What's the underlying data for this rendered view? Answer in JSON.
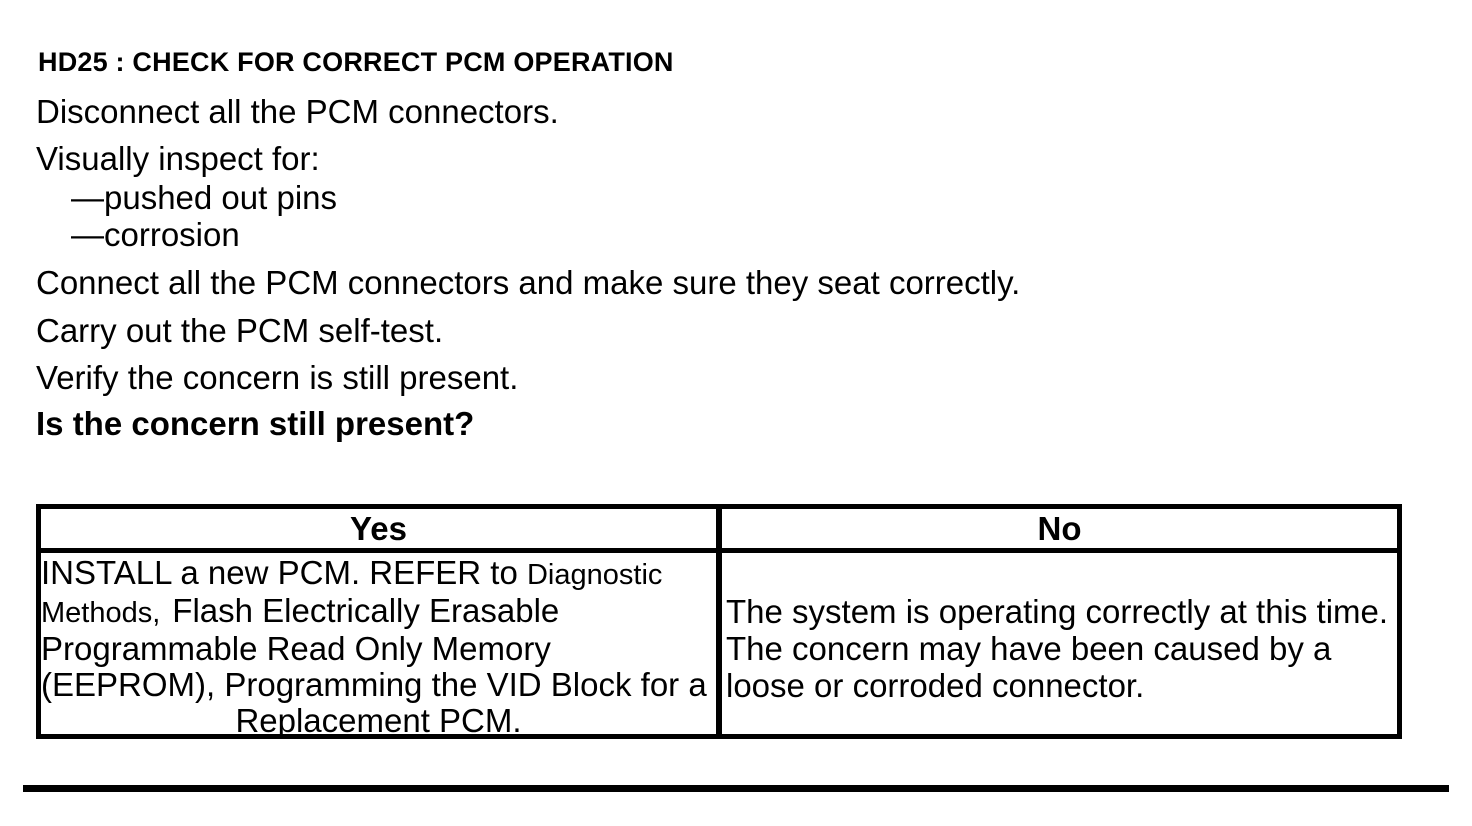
{
  "document": {
    "title": "HD25 : CHECK FOR CORRECT PCM OPERATION",
    "intro_lines": [
      "Disconnect all the PCM connectors.",
      "Visually inspect for:"
    ],
    "inspection_items": [
      "—pushed out pins",
      "—corrosion"
    ],
    "steps": [
      "Connect all the PCM connectors and make sure they seat correctly.",
      "Carry out the PCM self-test.",
      "Verify the concern is still present."
    ],
    "question": "Is the concern still present?"
  },
  "results_table": {
    "yes_header": "Yes",
    "no_header": "No",
    "yes_action": {
      "line1_text": "INSTALL a new PCM. REFER to ",
      "line1_ref": "Diagnostic",
      "line2_ref": "Methods,",
      "line2_text": "Flash Electrically Erasable",
      "line3": "Programmable Read Only Memory",
      "line4": "(EEPROM), Programming the VID Block for a",
      "line5": "Replacement PCM."
    },
    "no_action": {
      "line1": "The system is operating correctly at this time.",
      "line2": "The concern may have been caused by a",
      "line3": "loose or corroded connector."
    }
  },
  "colors": {
    "text": "#000000",
    "background": "#ffffff",
    "table_border": "#000000"
  }
}
